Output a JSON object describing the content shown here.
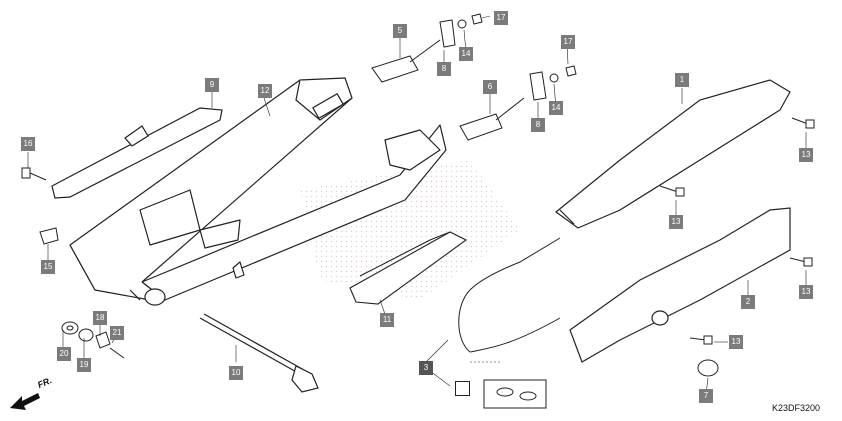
{
  "diagram": {
    "code": "K23DF3200",
    "direction": "FR.",
    "callouts": [
      {
        "id": "c1",
        "label": "1"
      },
      {
        "id": "c2",
        "label": "2"
      },
      {
        "id": "c3",
        "label": "3"
      },
      {
        "id": "c4",
        "label": ""
      },
      {
        "id": "c5",
        "label": "5"
      },
      {
        "id": "c6",
        "label": "6"
      },
      {
        "id": "c7",
        "label": "7"
      },
      {
        "id": "c8a",
        "label": "8"
      },
      {
        "id": "c8b",
        "label": "8"
      },
      {
        "id": "c9",
        "label": "9"
      },
      {
        "id": "c10",
        "label": "10"
      },
      {
        "id": "c11",
        "label": "11"
      },
      {
        "id": "c12",
        "label": "12"
      },
      {
        "id": "c13a",
        "label": "13"
      },
      {
        "id": "c13b",
        "label": "13"
      },
      {
        "id": "c13c",
        "label": "13"
      },
      {
        "id": "c13d",
        "label": "13"
      },
      {
        "id": "c14a",
        "label": "14"
      },
      {
        "id": "c14b",
        "label": "14"
      },
      {
        "id": "c15",
        "label": "15"
      },
      {
        "id": "c16",
        "label": "16"
      },
      {
        "id": "c17a",
        "label": "17"
      },
      {
        "id": "c17b",
        "label": "17"
      },
      {
        "id": "c18",
        "label": "18"
      },
      {
        "id": "c19",
        "label": "19"
      },
      {
        "id": "c20",
        "label": "20"
      },
      {
        "id": "c21",
        "label": "21"
      }
    ]
  }
}
